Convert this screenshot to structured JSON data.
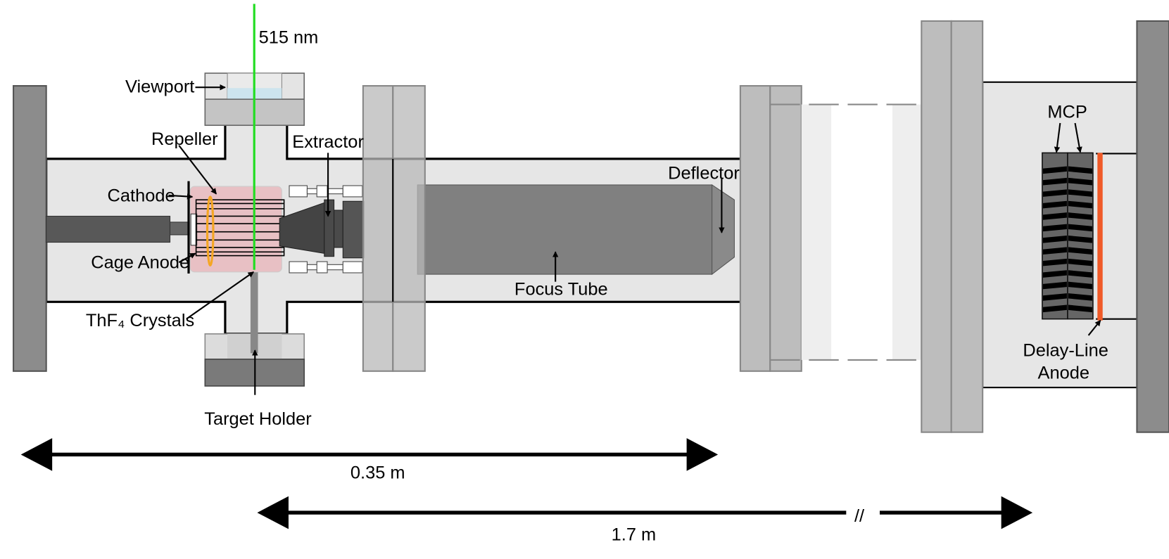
{
  "labels": {
    "laser": "515 nm",
    "viewport": "Viewport",
    "repeller": "Repeller",
    "cathode": "Cathode",
    "cage_anode": "Cage Anode",
    "crystals": "ThF₄ Crystals",
    "target_holder": "Target Holder",
    "extractor": "Extractor",
    "focus_tube": "Focus Tube",
    "deflector": "Deflector",
    "mcp": "MCP",
    "delay_line_1": "Delay-Line",
    "delay_line_2": "Anode"
  },
  "dimensions": {
    "short": "0.35 m",
    "long": "1.7 m",
    "break_mark": "//"
  },
  "colors": {
    "laser": "#22dd22",
    "repeller_region": "#e8c0c4",
    "cathode_ring": "#f5a623",
    "delay_line": "#f05a28",
    "chamber": "#e6e6e6"
  }
}
